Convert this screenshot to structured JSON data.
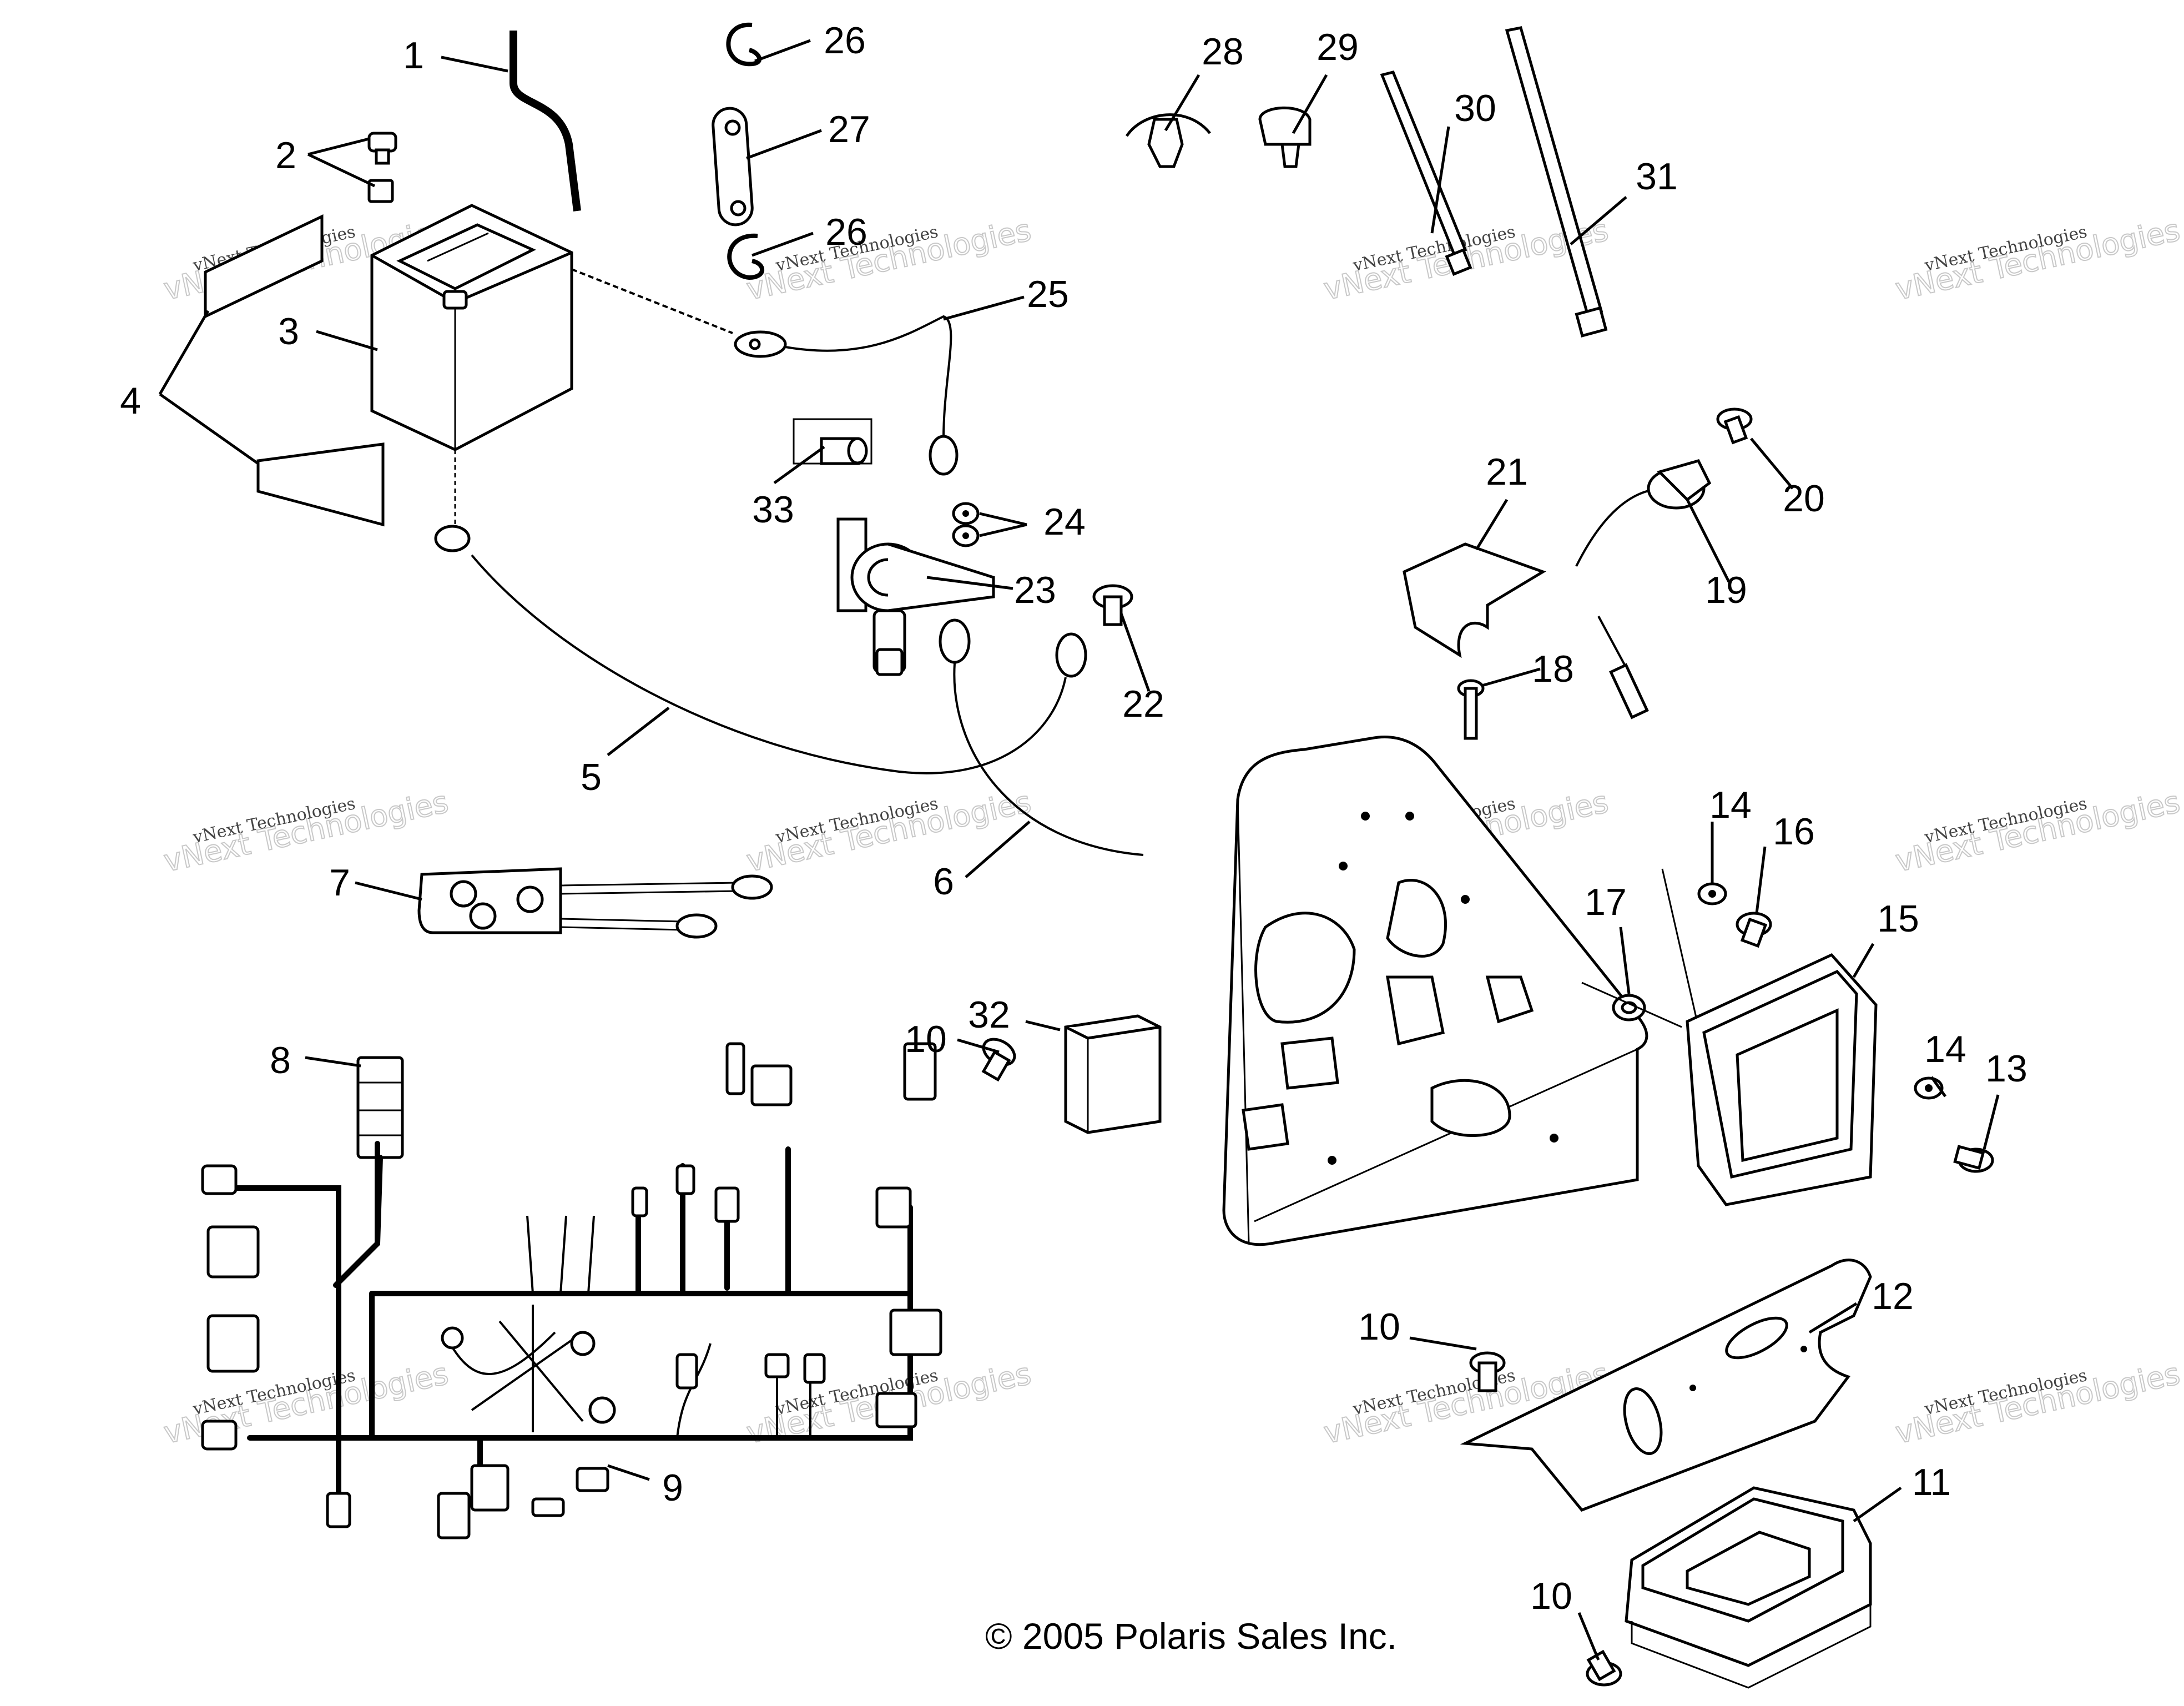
{
  "copyright": "© 2005 Polaris Sales Inc.",
  "watermark": {
    "line1": "vNext Technologies",
    "line2": "vNext Technologies"
  },
  "callouts": [
    {
      "id": "1",
      "label": "1"
    },
    {
      "id": "2",
      "label": "2"
    },
    {
      "id": "3",
      "label": "3"
    },
    {
      "id": "4",
      "label": "4"
    },
    {
      "id": "5",
      "label": "5"
    },
    {
      "id": "6",
      "label": "6"
    },
    {
      "id": "7",
      "label": "7"
    },
    {
      "id": "8",
      "label": "8"
    },
    {
      "id": "9",
      "label": "9"
    },
    {
      "id": "10a",
      "label": "10"
    },
    {
      "id": "10b",
      "label": "10"
    },
    {
      "id": "10c",
      "label": "10"
    },
    {
      "id": "11",
      "label": "11"
    },
    {
      "id": "12",
      "label": "12"
    },
    {
      "id": "13",
      "label": "13"
    },
    {
      "id": "14a",
      "label": "14"
    },
    {
      "id": "14b",
      "label": "14"
    },
    {
      "id": "15",
      "label": "15"
    },
    {
      "id": "16",
      "label": "16"
    },
    {
      "id": "17",
      "label": "17"
    },
    {
      "id": "18",
      "label": "18"
    },
    {
      "id": "19",
      "label": "19"
    },
    {
      "id": "20",
      "label": "20"
    },
    {
      "id": "21",
      "label": "21"
    },
    {
      "id": "22",
      "label": "22"
    },
    {
      "id": "23",
      "label": "23"
    },
    {
      "id": "24",
      "label": "24"
    },
    {
      "id": "25",
      "label": "25"
    },
    {
      "id": "26a",
      "label": "26"
    },
    {
      "id": "26b",
      "label": "26"
    },
    {
      "id": "27",
      "label": "27"
    },
    {
      "id": "28",
      "label": "28"
    },
    {
      "id": "29",
      "label": "29"
    },
    {
      "id": "30",
      "label": "30"
    },
    {
      "id": "31",
      "label": "31"
    },
    {
      "id": "32",
      "label": "32"
    },
    {
      "id": "33",
      "label": "33"
    }
  ]
}
